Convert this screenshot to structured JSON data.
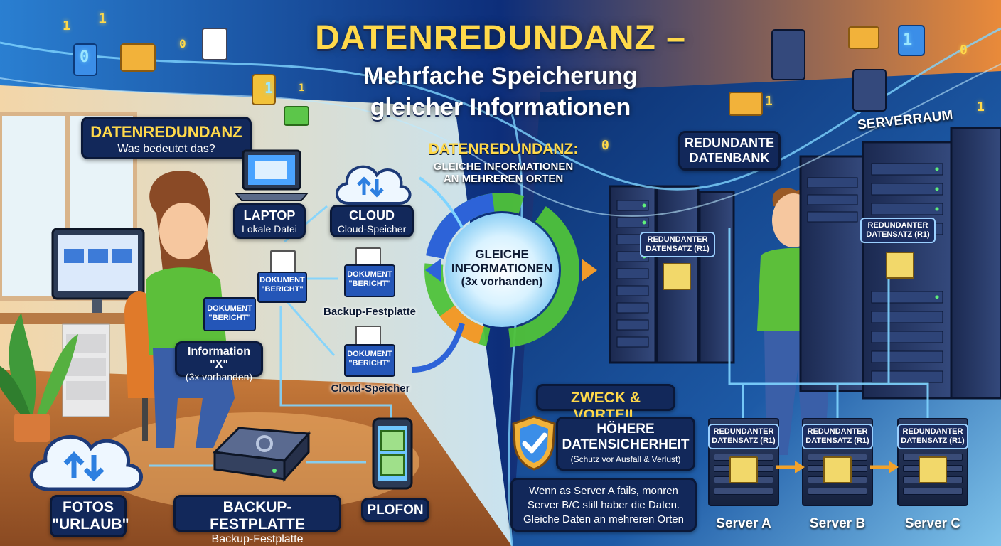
{
  "title": "DATENREDUNDANZ –",
  "subtitle_line1": "Mehrfache Speicherung",
  "subtitle_line2": "gleicher Informationen",
  "intro": {
    "heading": "DATENREDUNDANZ",
    "question": "Was bedeutet das?"
  },
  "laptop": {
    "title": "LAPTOP",
    "subtitle": "Lokale Datei"
  },
  "cloud_top": {
    "title": "CLOUD",
    "subtitle": "Cloud-Speicher"
  },
  "documents": {
    "held": {
      "line1": "DOKUMENT",
      "line2": "\"BERICHT\""
    },
    "stack": {
      "line1": "DOKUMENT",
      "line2": "\"BERICHT\""
    },
    "backup": {
      "line1": "DOKUMENT",
      "line2": "\"BERICHT\"",
      "caption": "Backup-Festplatte"
    },
    "cloud": {
      "line1": "DOKUMENT",
      "line2": "\"BERICHT\"",
      "caption": "Cloud-Speicher"
    }
  },
  "information": {
    "title": "Information \"X\"",
    "subtitle": "(3x vorhanden)"
  },
  "definition": {
    "heading": "DATENREDUNDANZ:",
    "line1": "GLEICHE INFORMATIONEN",
    "line2": "AN MEHREREN ORTEN"
  },
  "center_circle": {
    "line1": "GLEICHE",
    "line2": "INFORMATIONEN",
    "line3": "(3x vorhanden)"
  },
  "fotos": {
    "line1": "FOTOS",
    "line2": "\"URLAUB\""
  },
  "backup_drive": {
    "title": "BACKUP-FESTPLATTE",
    "subtitle": "Backup-Festplatte"
  },
  "phone": {
    "label": "PLOFON"
  },
  "redundant_db": {
    "line1": "REDUNDANTE",
    "line2": "DATENBANK"
  },
  "server_room": "SERVERRAUM",
  "record_label": {
    "line1": "REDUNDANTER",
    "line2": "DATENSATZ (R1)"
  },
  "purpose": {
    "heading": "ZWECK & VORTEIL",
    "benefit_line1": "HÖHERE",
    "benefit_line2": "DATENSICHERHEIT",
    "benefit_line3": "(Schutz vor Ausfall & Verlust)",
    "explain_line1": "Wenn as Server A fails, monren",
    "explain_line2": "Server B/C still haber die Daten.",
    "explain_line3": "Gleiche Daten an mehreren Orten"
  },
  "servers": [
    {
      "name": "Server A",
      "label_line1": "REDUNDANTER",
      "label_line2": "DATENSATZ (R1)"
    },
    {
      "name": "Server B",
      "label_line1": "REDUNDANTER",
      "label_line2": "DATENSATZ (R1)"
    },
    {
      "name": "Server C",
      "label_line1": "REDUNDANTER",
      "label_line2": "DATENSATZ (R1)"
    }
  ],
  "colors": {
    "accent_yellow": "#ffd94a",
    "panel_navy": "#12285a",
    "glow_blue": "#7fd4ff",
    "shirt_green": "#5cbf3a"
  },
  "icons": [
    "folder-icon",
    "document-icon",
    "database-icon",
    "cloud-sync-icon",
    "shield-check-icon",
    "laptop-icon",
    "smartphone-icon",
    "hard-drive-icon",
    "monitor-icon"
  ]
}
